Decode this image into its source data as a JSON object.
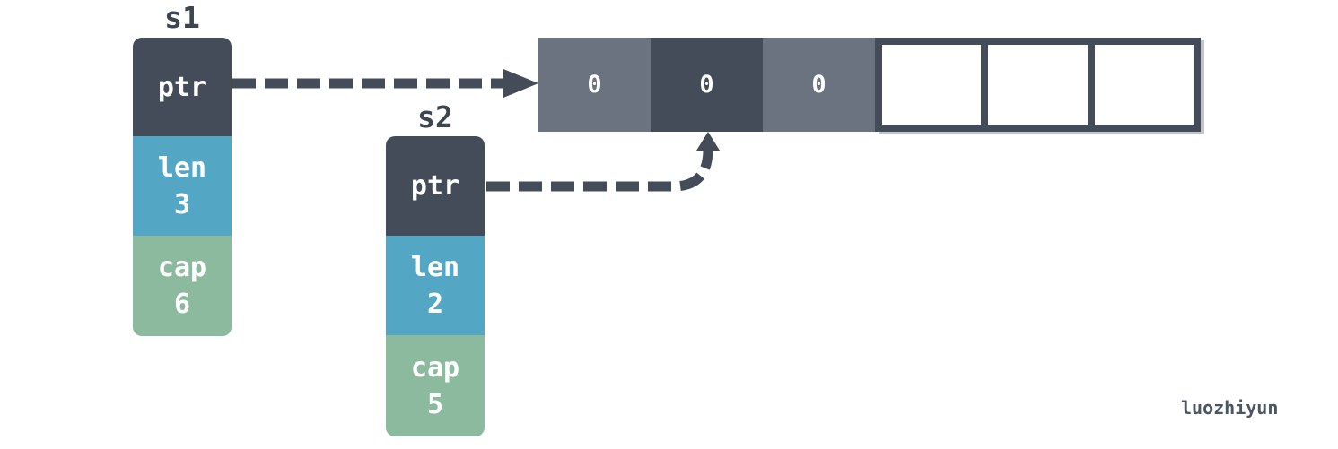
{
  "diagram": {
    "colors": {
      "bg": "#ffffff",
      "dark": "#444c5a",
      "gray": "#6c7380",
      "blue": "#53a7c5",
      "green": "#8bba9e",
      "label": "#3d4551",
      "watermark": "#4b5563",
      "shadow": "#c2c6cc"
    },
    "slices": [
      {
        "name": "s1",
        "ptr_label": "ptr",
        "len_label": "len",
        "len_value": "3",
        "cap_label": "cap",
        "cap_value": "6"
      },
      {
        "name": "s2",
        "ptr_label": "ptr",
        "len_label": "len",
        "len_value": "2",
        "cap_label": "cap",
        "cap_value": "5"
      }
    ],
    "array_cells": [
      {
        "value": "0",
        "filled": true
      },
      {
        "value": "0",
        "filled": true
      },
      {
        "value": "0",
        "filled": true
      },
      {
        "value": "",
        "filled": false
      },
      {
        "value": "",
        "filled": false
      },
      {
        "value": "",
        "filled": false
      }
    ],
    "watermark": "luozhiyun"
  }
}
